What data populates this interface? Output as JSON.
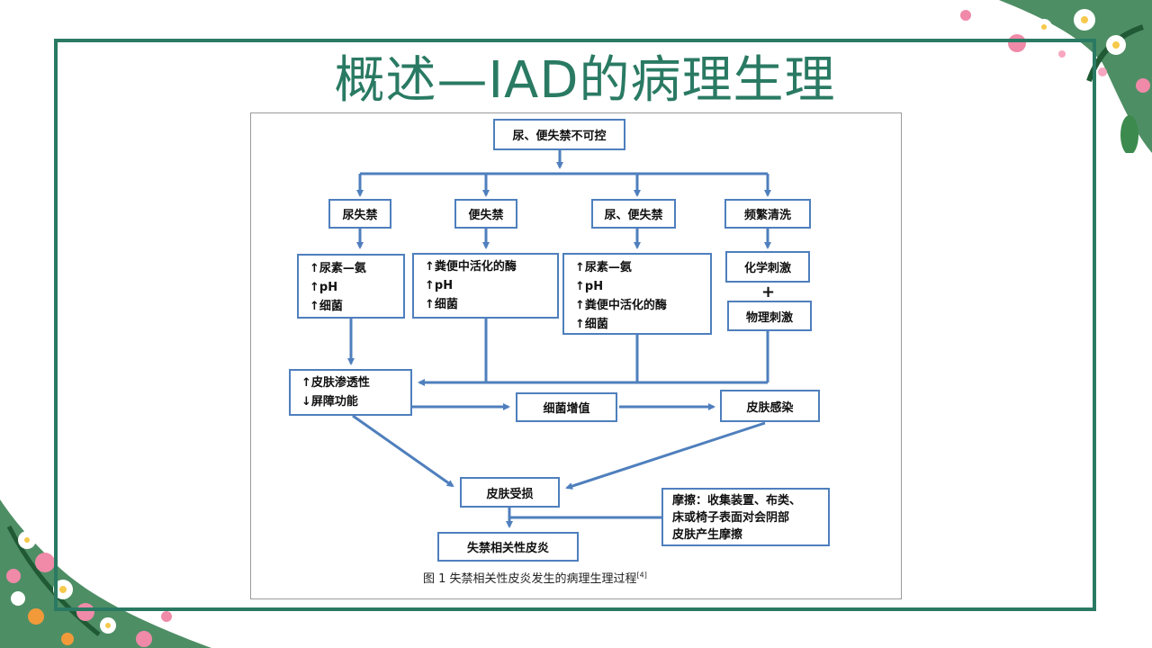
{
  "slide": {
    "title": "概述—IAD的病理生理",
    "figure_caption": "图 1  失禁相关性皮炎发生的病理生理过程",
    "caption_ref": "[4]"
  },
  "diagram": {
    "root": "尿、便失禁不可控",
    "branches": [
      "尿失禁",
      "便失禁",
      "尿、便失禁",
      "频繁清洗"
    ],
    "factors_urine": [
      "↑尿素—氨",
      "↑pH",
      "↑细菌"
    ],
    "factors_stool": [
      "↑粪便中活化的酶",
      "↑pH",
      "↑细菌"
    ],
    "factors_both": [
      "↑尿素—氨",
      "↑pH",
      "↑粪便中活化的酶",
      "↑细菌"
    ],
    "chemical": "化学刺激",
    "plus": "+",
    "physical": "物理刺激",
    "skin_changes": [
      "↑皮肤渗透性",
      "↓屏障功能"
    ],
    "bacteria": "细菌增值",
    "infection": "皮肤感染",
    "damage": "皮肤受损",
    "friction": [
      "摩擦：收集装置、布类、",
      "床或椅子表面对会阴部",
      "皮肤产生摩擦"
    ],
    "result": "失禁相关性皮炎"
  },
  "colors": {
    "frame": "#2a7a63",
    "title": "#2a7a63",
    "box_border": "#4f7fbd",
    "arrow": "#4f7fbd"
  }
}
